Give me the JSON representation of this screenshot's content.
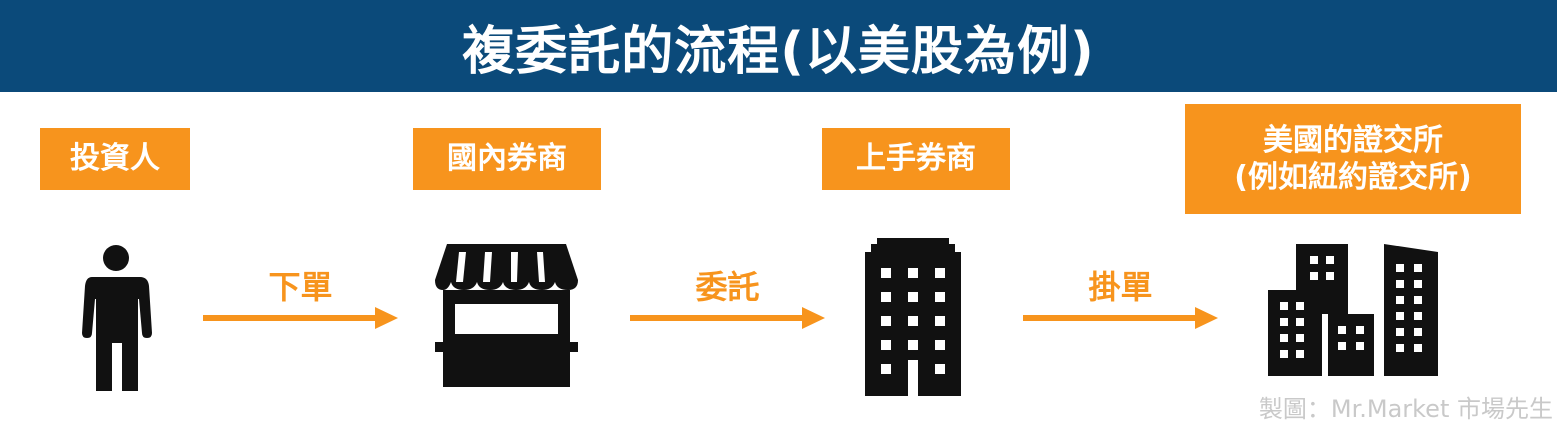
{
  "header": {
    "title": "複委託的流程(以美股為例)"
  },
  "nodes": [
    {
      "label": "投資人",
      "icon": "person-icon"
    },
    {
      "label": "國內券商",
      "icon": "shop-icon"
    },
    {
      "label": "上手券商",
      "icon": "office-building-icon"
    },
    {
      "label_line1": "美國的證交所",
      "label_line2": "(例如紐約證交所)",
      "icon": "city-buildings-icon"
    }
  ],
  "arrows": [
    {
      "label": "下單"
    },
    {
      "label": "委託"
    },
    {
      "label": "掛單"
    }
  ],
  "credit": "製圖：Mr.Market 市場先生",
  "colors": {
    "header_bg": "#0b4a7a",
    "accent": "#f7941d",
    "icon": "#111111"
  }
}
